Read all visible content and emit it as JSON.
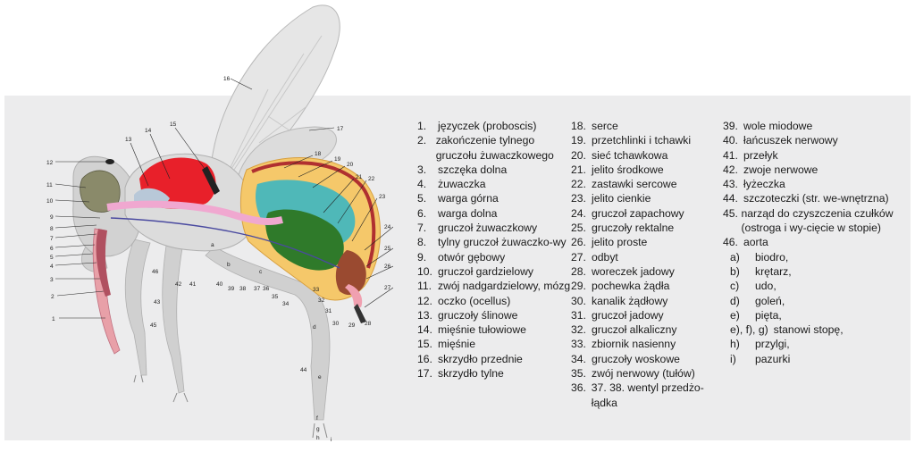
{
  "legend": {
    "col1": [
      {
        "n": "1.",
        "t": "języczek (proboscis)"
      },
      {
        "n": "2.",
        "t": "zakończenie tylnego gruczołu żuwaczkowego"
      },
      {
        "n": "3.",
        "t": "szczęka dolna"
      },
      {
        "n": "4.",
        "t": "żuwaczka"
      },
      {
        "n": "5.",
        "t": "warga górna"
      },
      {
        "n": "6.",
        "t": "warga dolna"
      },
      {
        "n": "7.",
        "t": "gruczoł żuwaczkowy"
      },
      {
        "n": "8.",
        "t": "tylny gruczoł żuwaczko-wy"
      },
      {
        "n": "9.",
        "t": "otwór gębowy"
      },
      {
        "n": "10.",
        "t": "gruczoł gardzielowy"
      },
      {
        "n": "11.",
        "t": "zwój nadgardzielowy, mózg"
      },
      {
        "n": "12.",
        "t": "oczko (ocellus)"
      },
      {
        "n": "13.",
        "t": "gruczoły ślinowe"
      },
      {
        "n": "14.",
        "t": "mięśnie tułowiowe"
      },
      {
        "n": "15.",
        "t": "mięśnie"
      },
      {
        "n": "16.",
        "t": "skrzydło przednie"
      },
      {
        "n": "17.",
        "t": "skrzydło tylne"
      }
    ],
    "col2": [
      {
        "n": "18.",
        "t": "serce"
      },
      {
        "n": "19.",
        "t": "przetchlinki i tchawki"
      },
      {
        "n": "20.",
        "t": "sieć tchawkowa"
      },
      {
        "n": "21.",
        "t": "jelito środkowe"
      },
      {
        "n": "22.",
        "t": "zastawki sercowe"
      },
      {
        "n": "23.",
        "t": "jelito cienkie"
      },
      {
        "n": "24.",
        "t": "gruczoł zapachowy"
      },
      {
        "n": "25.",
        "t": "gruczoły rektalne"
      },
      {
        "n": "26.",
        "t": "jelito proste"
      },
      {
        "n": "27.",
        "t": "odbyt"
      },
      {
        "n": "28.",
        "t": "woreczek jadowy"
      },
      {
        "n": "29.",
        "t": "pochewka żądła"
      },
      {
        "n": "30.",
        "t": "kanalik żądłowy"
      },
      {
        "n": "31.",
        "t": "gruczoł jadowy"
      },
      {
        "n": "32.",
        "t": "gruczoł alkaliczny"
      },
      {
        "n": "33.",
        "t": "zbiornik nasienny"
      },
      {
        "n": "34.",
        "t": "gruczoły woskowe"
      },
      {
        "n": "35.",
        "t": "zwój nerwowy (tułów)"
      },
      {
        "n": "36.",
        "t": "37. 38. wentyl przedżo-łądka"
      }
    ],
    "col3": [
      {
        "n": "39.",
        "t": "wole miodowe"
      },
      {
        "n": "40.",
        "t": "łańcuszek nerwowy"
      },
      {
        "n": "41.",
        "t": "przełyk"
      },
      {
        "n": "42.",
        "t": "zwoje nerwowe"
      },
      {
        "n": "43.",
        "t": "łyżeczka"
      },
      {
        "n": "44.",
        "t": "szczoteczki (str. we-wnętrzna)"
      },
      {
        "n": "45.",
        "t": "narząd do czyszczenia czułków (ostroga i wy-cięcie w stopie)"
      },
      {
        "n": "46.",
        "t": "aorta"
      }
    ],
    "col3_sub": [
      {
        "n": "a)",
        "t": "biodro,"
      },
      {
        "n": "b)",
        "t": "krętarz,"
      },
      {
        "n": "c)",
        "t": "udo,"
      },
      {
        "n": "d)",
        "t": "goleń,"
      },
      {
        "n": "e)",
        "t": "pięta,"
      },
      {
        "n": "e), f), g)",
        "t": "stanowi stopę,"
      },
      {
        "n": "h)",
        "t": "przylgi,"
      },
      {
        "n": "i)",
        "t": "pazurki"
      }
    ]
  },
  "diagram": {
    "callouts": [
      "1",
      "2",
      "3",
      "4",
      "5",
      "6",
      "7",
      "8",
      "9",
      "10",
      "11",
      "12",
      "13",
      "14",
      "15",
      "16",
      "17",
      "18",
      "19",
      "20",
      "21",
      "22",
      "23",
      "24",
      "25",
      "26",
      "27",
      "28",
      "29",
      "30",
      "31",
      "32",
      "33",
      "34",
      "35",
      "36",
      "37",
      "38",
      "39",
      "40",
      "41",
      "42",
      "43",
      "44",
      "45",
      "46"
    ],
    "leg_letters": [
      "a",
      "b",
      "c",
      "d",
      "e",
      "f",
      "g",
      "h",
      "i"
    ]
  }
}
